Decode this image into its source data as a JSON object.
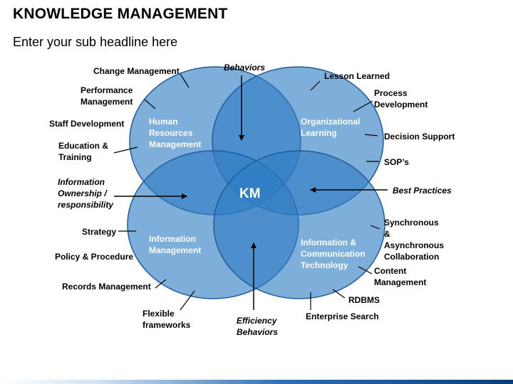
{
  "header": {
    "title": "KNOWLEDGE MANAGEMENT",
    "subtitle": "Enter your sub headline here"
  },
  "venn": {
    "center": "KM",
    "circles": [
      "Human Resources Management",
      "Organizational Learning",
      "Information Management",
      "Information & Communication Technology"
    ]
  },
  "labels": {
    "change_management": "Change Management",
    "behaviors": "Behaviors",
    "lesson_learned": "Lesson Learned",
    "performance_management": "Performance Management",
    "process_development": "Process Development",
    "staff_development": "Staff Development",
    "decision_support": "Decision Support",
    "education_training": "Education & Training",
    "sops": "SOP’s",
    "information_ownership": "Information Ownership / responsibility",
    "best_practices": "Best Practices",
    "strategy": "Strategy",
    "synchronous_collaboration": "Synchronous & Asynchronous Collaboration",
    "policy_procedure": "Policy & Procedure",
    "content_management": "Content Management",
    "records_management": "Records Management",
    "rdbms": "RDBMS",
    "flexible_frameworks": "Flexible frameworks",
    "enterprise_search": "Enterprise Search",
    "efficiency_behaviors": "Efficiency Behaviors"
  },
  "colors": {
    "circle_fill": "#2e7cc4",
    "circle_stroke": "#1d5c9a",
    "accent_bar": "#0a3d7a"
  }
}
